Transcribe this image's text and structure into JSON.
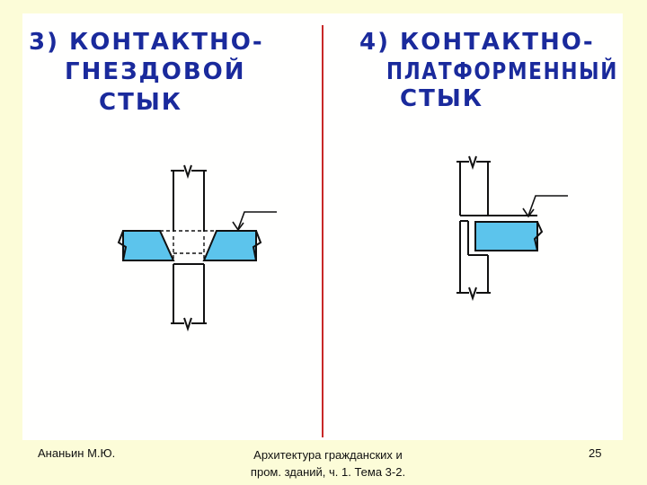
{
  "left_panel": {
    "title_line1": "3) КОНТАКТНО-",
    "title_line2": "ГНЕЗДОВОЙ",
    "title_line3": "СТЫК"
  },
  "right_panel": {
    "title_line1": "4) КОНТАКТНО-",
    "title_line2": "ПЛАТФОРМЕННЫЙ",
    "title_line3": "СТЫК"
  },
  "colors": {
    "ink": "#1a2a9c",
    "divider": "#c82828",
    "slab_fill": "#5cc4ec",
    "background": "#fcfcd8"
  },
  "footer": {
    "author": "Ананьин М.Ю.",
    "course_line1": "Архитектура гражданских и",
    "course_line2": "пром. зданий, ч. 1. Тема 3-2.",
    "page_number": "25"
  }
}
